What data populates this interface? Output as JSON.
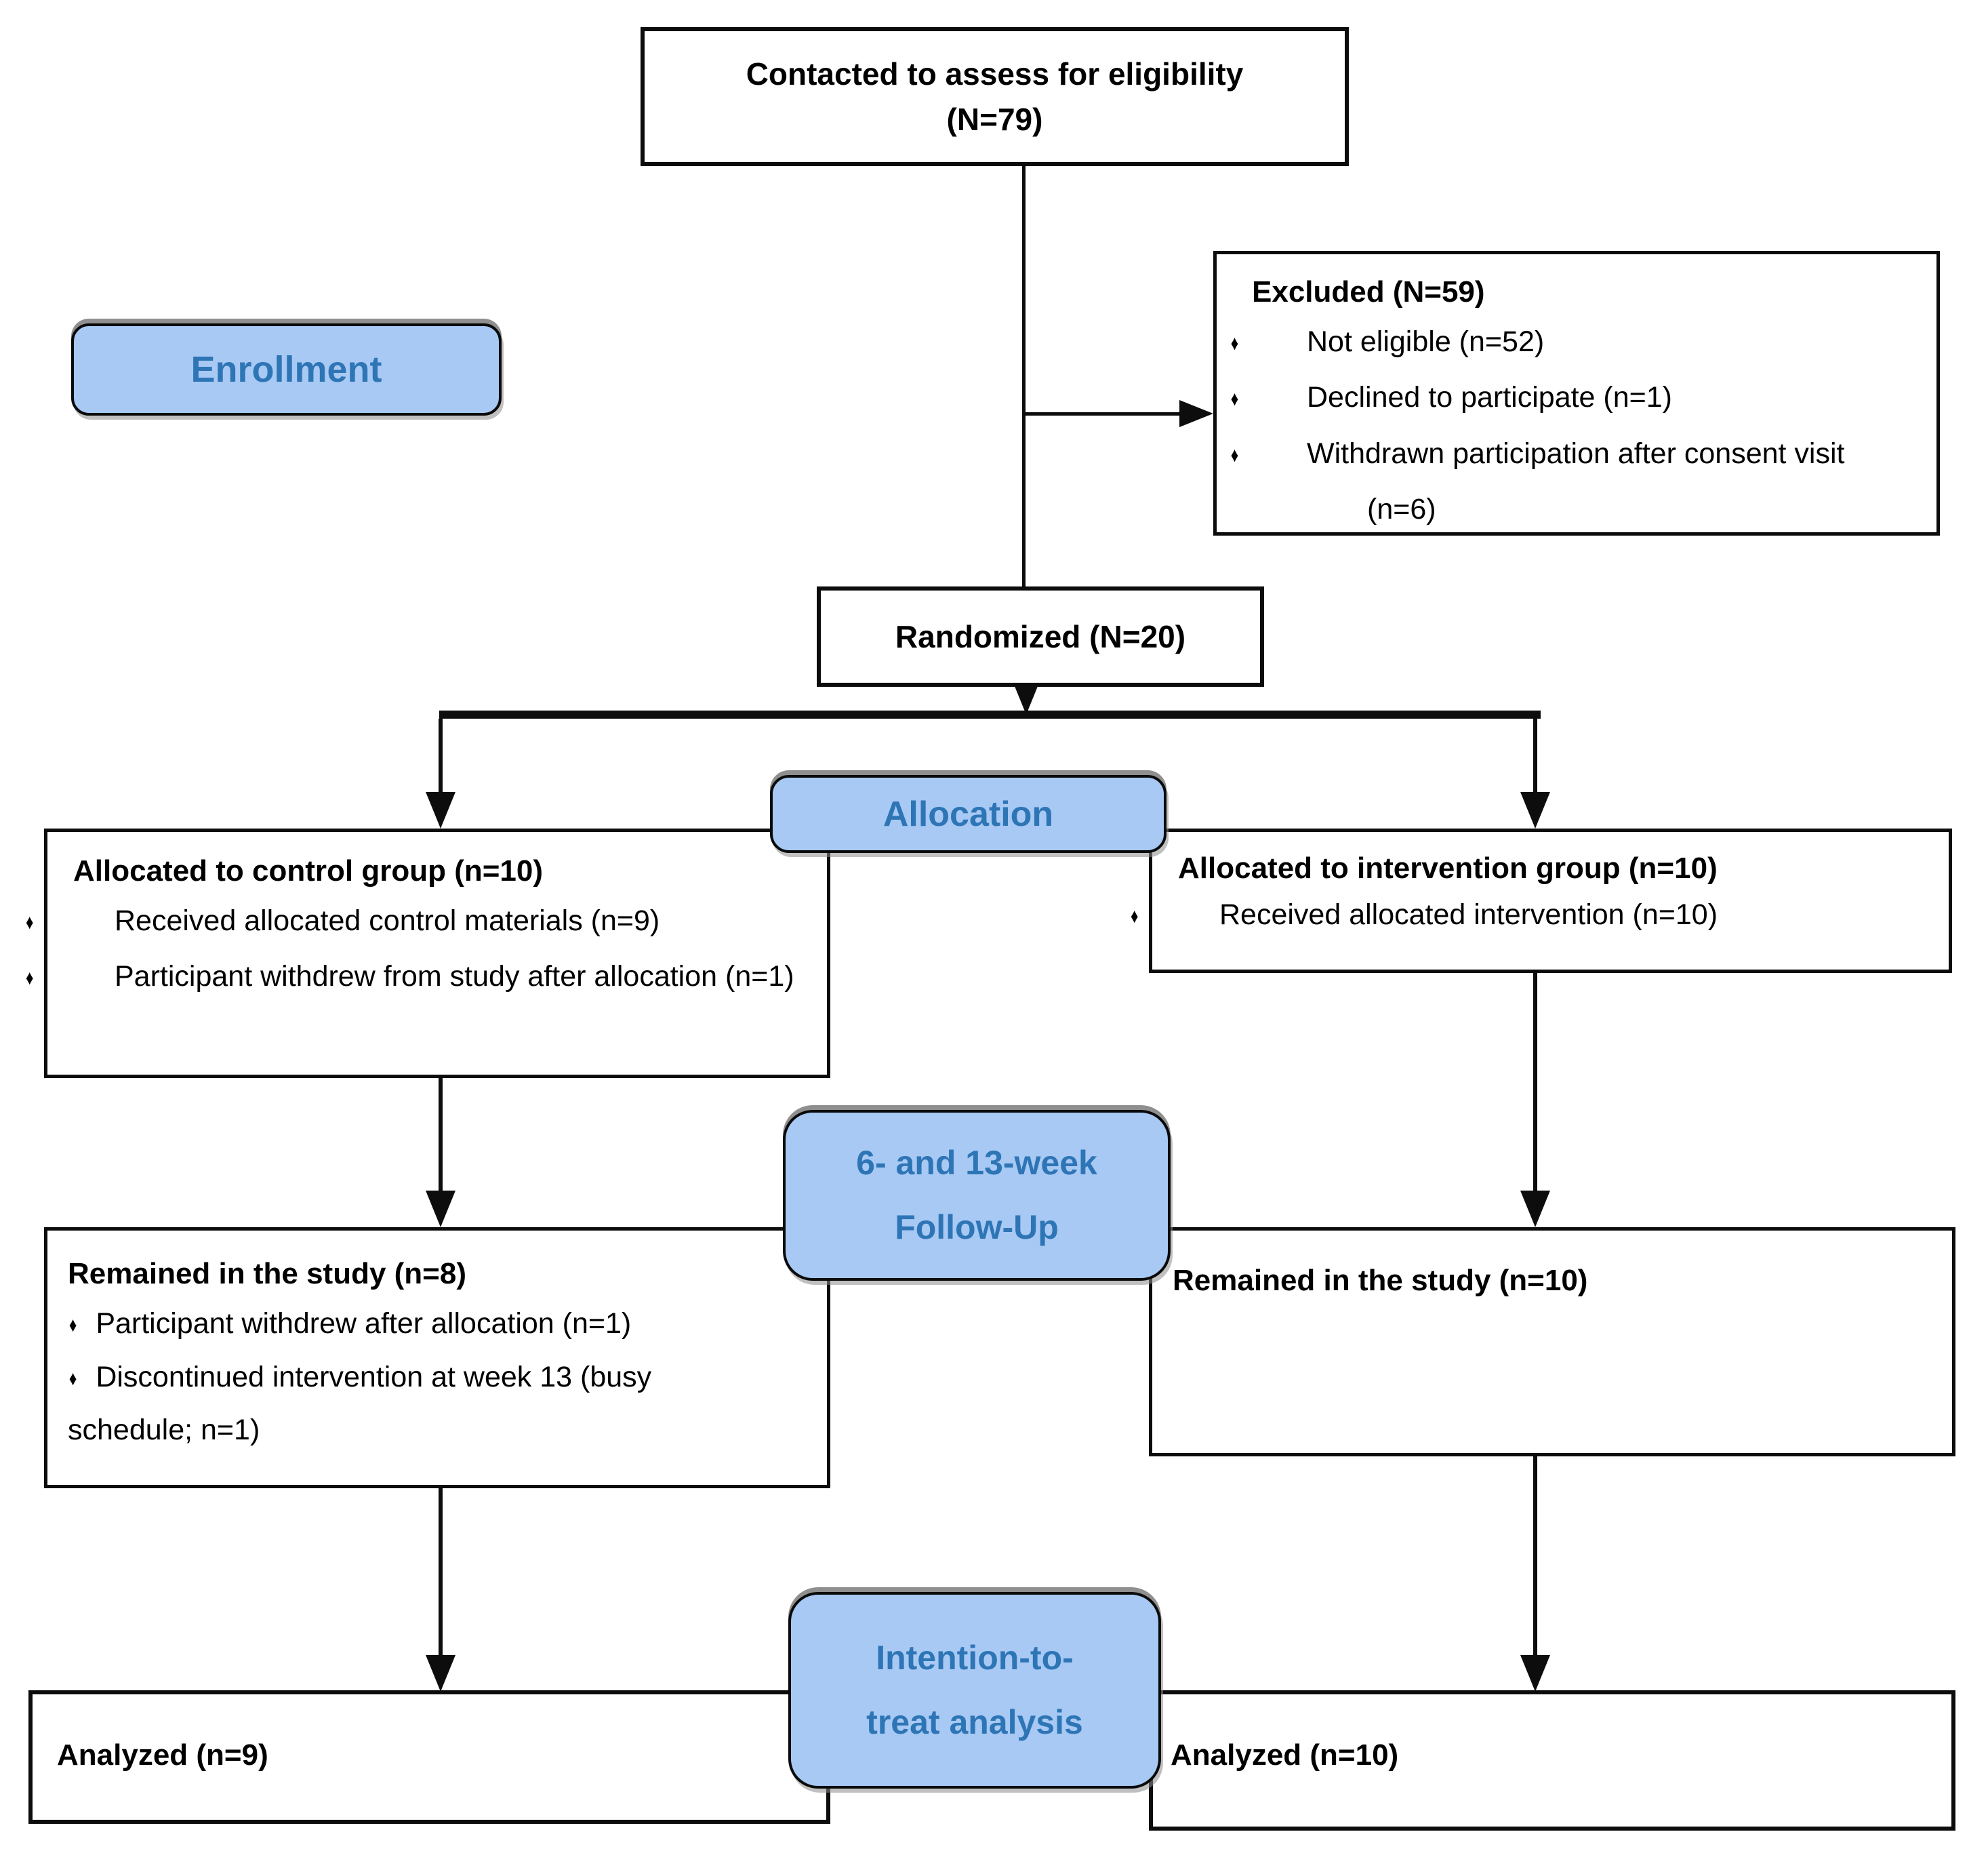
{
  "diagram": {
    "top_box": {
      "line1": "Contacted to assess for eligibility",
      "line2": "(N=79)"
    },
    "stage_labels": {
      "enrollment": "Enrollment",
      "allocation": "Allocation",
      "followup_line1": "6- and 13-week",
      "followup_line2": "Follow-Up",
      "itt_line1": "Intention-to-",
      "itt_line2": "treat analysis"
    },
    "excluded": {
      "title": "Excluded (N=59)",
      "bullets": [
        "Not eligible (n=52)",
        "Declined to participate (n=1)",
        "Withdrawn participation after consent visit (n=6)"
      ]
    },
    "randomized": {
      "title": "Randomized (N=20)"
    },
    "control": {
      "allocation": {
        "title": "Allocated to control group (n=10)",
        "bullets": [
          "Received allocated control materials (n=9)",
          "Participant withdrew from study after allocation (n=1)"
        ]
      },
      "followup": {
        "title": "Remained in the study (n=8)",
        "bullets": [
          "Participant withdrew after allocation (n=1)",
          "Discontinued intervention at week 13 (busy schedule; n=1)"
        ]
      },
      "analysis": {
        "title": "Analyzed (n=9)"
      }
    },
    "intervention": {
      "allocation": {
        "title": "Allocated to intervention group (n=10)",
        "bullets": [
          "Received allocated intervention (n=10)"
        ]
      },
      "followup": {
        "title": "Remained in the study (n=10)"
      },
      "analysis": {
        "title": "Analyzed (n=10)"
      }
    },
    "glyphs": {
      "bullet": "♦"
    },
    "colors": {
      "stage_fill": "#A7C9F3",
      "stage_text": "#2E75B6",
      "line": "#0d0d0d",
      "box_border": "#0c0c0c"
    }
  }
}
